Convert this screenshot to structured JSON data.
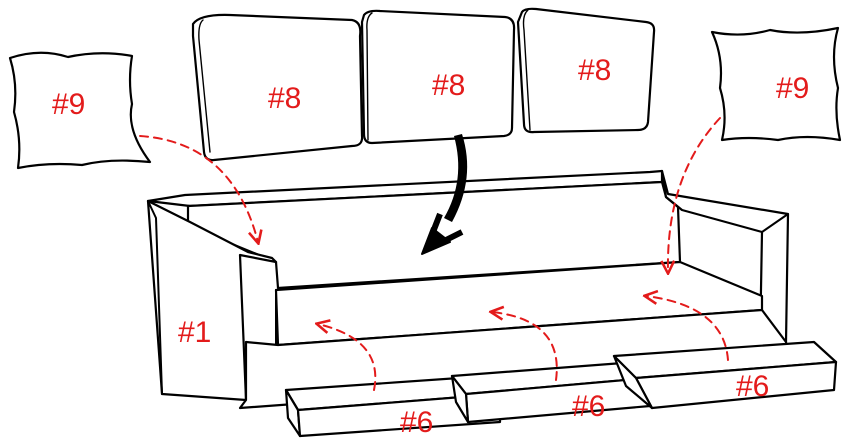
{
  "labels": {
    "sofa_frame": "#1",
    "seat_cushion": "#6",
    "back_cushion": "#8",
    "throw_pillow": "#9"
  },
  "colors": {
    "label": "#e31b1b",
    "arrow_dashed": "#e31b1b",
    "outline": "#000000",
    "background": "#ffffff"
  }
}
